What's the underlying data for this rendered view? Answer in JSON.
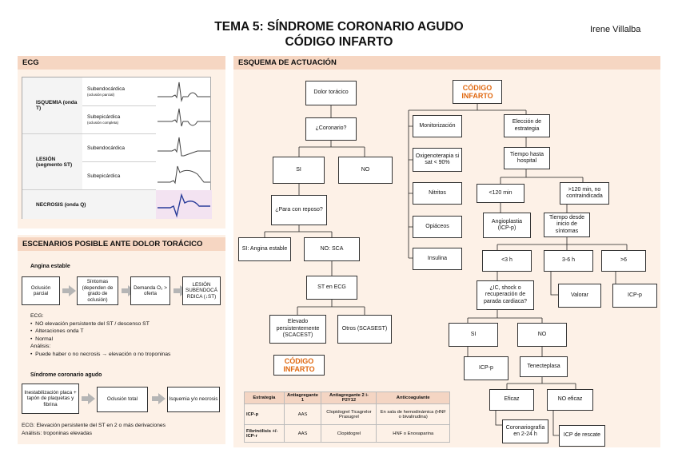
{
  "header": {
    "title_line1": "TEMA 5: SÍNDROME CORONARIO AGUDO",
    "title_line2": "CÓDIGO INFARTO",
    "author": "Irene Villalba"
  },
  "ecg": {
    "title": "ECG",
    "groups": [
      {
        "label": "ISQUEMIA (onda T)",
        "rows": [
          {
            "label": "Subendocárdica",
            "note": "(oclusión parcial)"
          },
          {
            "label": "Subepicárdica",
            "note": "(oclusión completa)"
          }
        ]
      },
      {
        "label": "LESIÓN (segmento ST)",
        "rows": [
          {
            "label": "Subendocárdica",
            "note": ""
          },
          {
            "label": "Subepicárdica",
            "note": ""
          }
        ]
      },
      {
        "label": "NECROSIS (onda Q)",
        "rows": []
      }
    ]
  },
  "scenarios": {
    "title": "ESCENARIOS POSIBLE ANTE DOLOR TORÁCICO",
    "angina": {
      "label": "Angina estable",
      "steps": [
        "Oclusión parcial",
        "Síntomas (dependen de grado de oclusión)",
        "Demanda O₂ > oferta",
        "LESIÓN SUBENDOCÁ RDICA (↓ST)"
      ],
      "ecg_heading": "ECG:",
      "ecg_items": [
        "NO elevación persistente del ST / descenso ST",
        "Alteraciones onda T",
        "Normal"
      ],
      "analysis_heading": "Análisis:",
      "analysis_items": [
        "Puede haber o no necrosis → elevación o no troponinas"
      ]
    },
    "sca": {
      "label": "Síndrome coronario agudo",
      "steps": [
        "Inestabilización placa + tapón de plaquetas y fibrina",
        "Oclusión total",
        "Isquemia y/o necrosis"
      ],
      "ecg_note": "ECG: Elevación persistente del ST en 2 o más derivaciones",
      "analysis_note": "Análisis: troponinas elevadas"
    }
  },
  "esquema": {
    "title": "ESQUEMA DE ACTUACIÓN",
    "left": {
      "dolor": "Dolor torácico",
      "coronario": "¿Coronario?",
      "si": "SI",
      "no": "NO",
      "reposo": "¿Para con reposo?",
      "angina": "SI: Angina estable",
      "nosca": "NO: SCA",
      "st": "ST en ECG",
      "elevado": "Elevado persistentemente (SCACEST)",
      "otros": "Otros (SCASEST)",
      "codigo": "CÓDIGO INFARTO"
    },
    "right": {
      "codigo": "CÓDIGO INFARTO",
      "actions": [
        "Monitorización",
        "Oxigenoterapia si sat < 90%",
        "Nitritos",
        "Opiáceos",
        "Insulina"
      ],
      "eleccion": "Elección de estrategia",
      "tiempo_hospital": "Tiempo hasta hospital",
      "menos120": "<120 min",
      "mas120": ">120 min, no contraindicada",
      "angioplastia": "Angioplastia (ICP-p)",
      "tiempo_sintomas": "Tiempo desde inicio de síntomas",
      "h3": "<3 h",
      "h36": "3-6 h",
      "h6": ">6",
      "shock": "¿IC, shock o recuperación de parada cardiaca?",
      "valorar": "Valorar",
      "icp1": "ICP-p",
      "si": "SI",
      "no": "NO",
      "icp2": "ICP-p",
      "tenecteplasa": "Tenecteplasa",
      "eficaz": "Eficaz",
      "noeficaz": "NO eficaz",
      "coronario": "Coronariografía en 2-24 h",
      "rescate": "ICP de rescate"
    },
    "table": {
      "headers": [
        "Estrategia",
        "Antiagregante 1",
        "Antiagregante 2 i-P2Y12",
        "Anticoagulante"
      ],
      "rows": [
        [
          "ICP-p",
          "AAS",
          "Clopidogrel Ticagrelor Prasugrel",
          "En sala de hemodinámica (HNF o bivalirudina)"
        ],
        [
          "Fibrinólisis +/- ICP-r",
          "AAS",
          "Clopidogrel",
          "HNF o Enoxaparina"
        ]
      ]
    }
  }
}
